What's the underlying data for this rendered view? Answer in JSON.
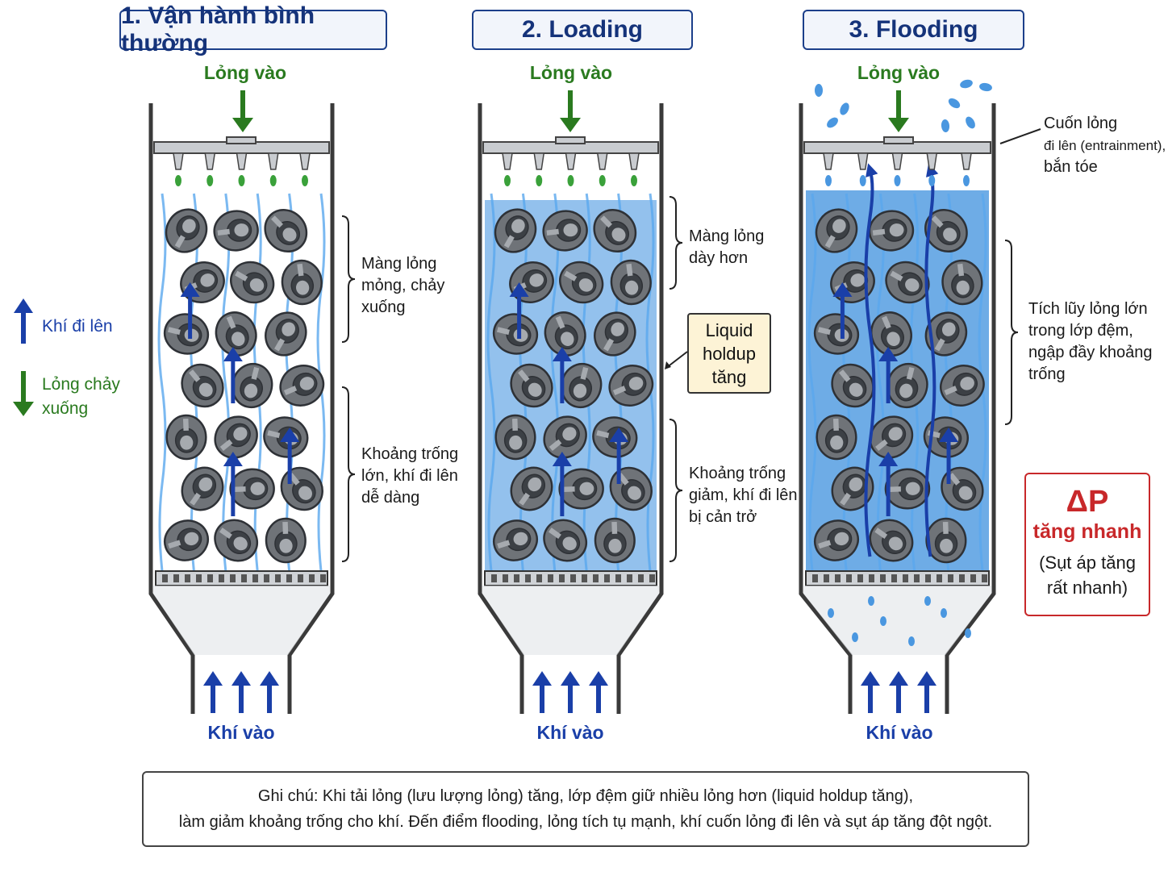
{
  "panels": [
    {
      "title": "1. Vận hành bình thường",
      "liquid_in": "Lỏng vào",
      "gas_in": "Khí vào",
      "fill_level": 0.0,
      "upper_note": [
        "Màng lỏng",
        "mỏng, chảy",
        "xuống"
      ],
      "lower_note": [
        "Khoảng trống",
        "lớn, khí đi lên",
        "dễ dàng"
      ]
    },
    {
      "title": "2. Loading",
      "liquid_in": "Lỏng vào",
      "gas_in": "Khí vào",
      "fill_level": 0.55,
      "upper_note": [
        "Màng lỏng",
        "dày hơn"
      ],
      "lower_note": [
        "Khoảng trống",
        "giảm, khí đi lên",
        "bị cản trở"
      ],
      "holdup_callout": [
        "Liquid",
        "holdup",
        "tăng"
      ]
    },
    {
      "title": "3. Flooding",
      "liquid_in": "Lỏng vào",
      "gas_in": "Khí vào",
      "fill_level": 1.0,
      "top_note": [
        "Cuốn lỏng",
        "đi lên (entrainment),",
        "bắn tóe"
      ],
      "side_note": [
        "Tích lũy lỏng lớn",
        "trong lớp đệm,",
        "ngập đầy khoảng",
        "trống"
      ]
    }
  ],
  "legend": {
    "gas_up": "Khí đi lên",
    "liquid_down": [
      "Lỏng chảy",
      "xuống"
    ]
  },
  "pressure_box": {
    "symbol": "ΔP",
    "main": "tăng nhanh",
    "sub": [
      "(Sụt áp tăng",
      "rất nhanh)"
    ]
  },
  "note": [
    "Ghi chú: Khi tải lỏng (lưu lượng lỏng) tăng, lớp đệm giữ nhiều lỏng hơn (liquid holdup tăng),",
    "làm giảm khoảng trống cho khí. Đến điểm flooding, lỏng tích tụ mạnh, khí cuốn lỏng đi lên và sụt áp tăng đột ngột."
  ],
  "colors": {
    "title_border": "#1c3f8a",
    "gas_arrow": "#1a3fa8",
    "liquid_arrow": "#2a7a1f",
    "liquid_fill": "#4a97e0",
    "packing": "#6f7378",
    "alert": "#c8282a"
  }
}
